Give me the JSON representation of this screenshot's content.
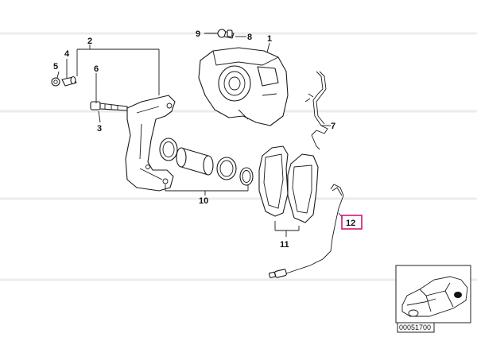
{
  "diagram": {
    "highlight_color": "#d0157a",
    "callouts": {
      "c1": "1",
      "c2": "2",
      "c3": "3",
      "c4": "4",
      "c5": "5",
      "c6": "6",
      "c7": "7",
      "c8": "8",
      "c9": "9",
      "c10": "10",
      "c11": "11",
      "c12": "12"
    },
    "highlighted_callout": "12",
    "thumbnail": {
      "code": "00051700",
      "icon": "car-silhouette-icon"
    }
  }
}
